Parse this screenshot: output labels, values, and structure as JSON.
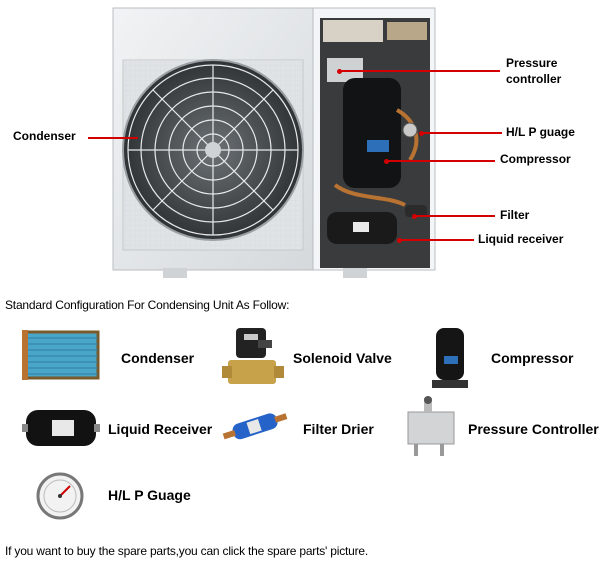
{
  "callouts": {
    "condenser": "Condenser",
    "pressure_controller_line1": "Pressure",
    "pressure_controller_line2": "controller",
    "hl_gauge": "H/L P guage",
    "compressor": "Compressor",
    "filter": "Filter",
    "liquid_receiver": "Liquid receiver"
  },
  "heading": "Standard Configuration For Condensing Unit As Follow:",
  "parts": [
    {
      "label": "Condenser",
      "icon": "condenser-coil"
    },
    {
      "label": "Solenoid Valve",
      "icon": "solenoid-valve"
    },
    {
      "label": "Compressor",
      "icon": "compressor"
    },
    {
      "label": "Liquid Receiver",
      "icon": "liquid-receiver"
    },
    {
      "label": "Filter Drier",
      "icon": "filter-drier"
    },
    {
      "label": "Pressure Controller",
      "icon": "pressure-controller"
    },
    {
      "label": "H/L P Guage",
      "icon": "pressure-gauge"
    }
  ],
  "footer": "If you want to buy the spare parts,you can click the spare parts' picture.",
  "colors": {
    "callout_line": "#d40000",
    "unit_body": "#e6e9eb",
    "dark": "#161616"
  }
}
